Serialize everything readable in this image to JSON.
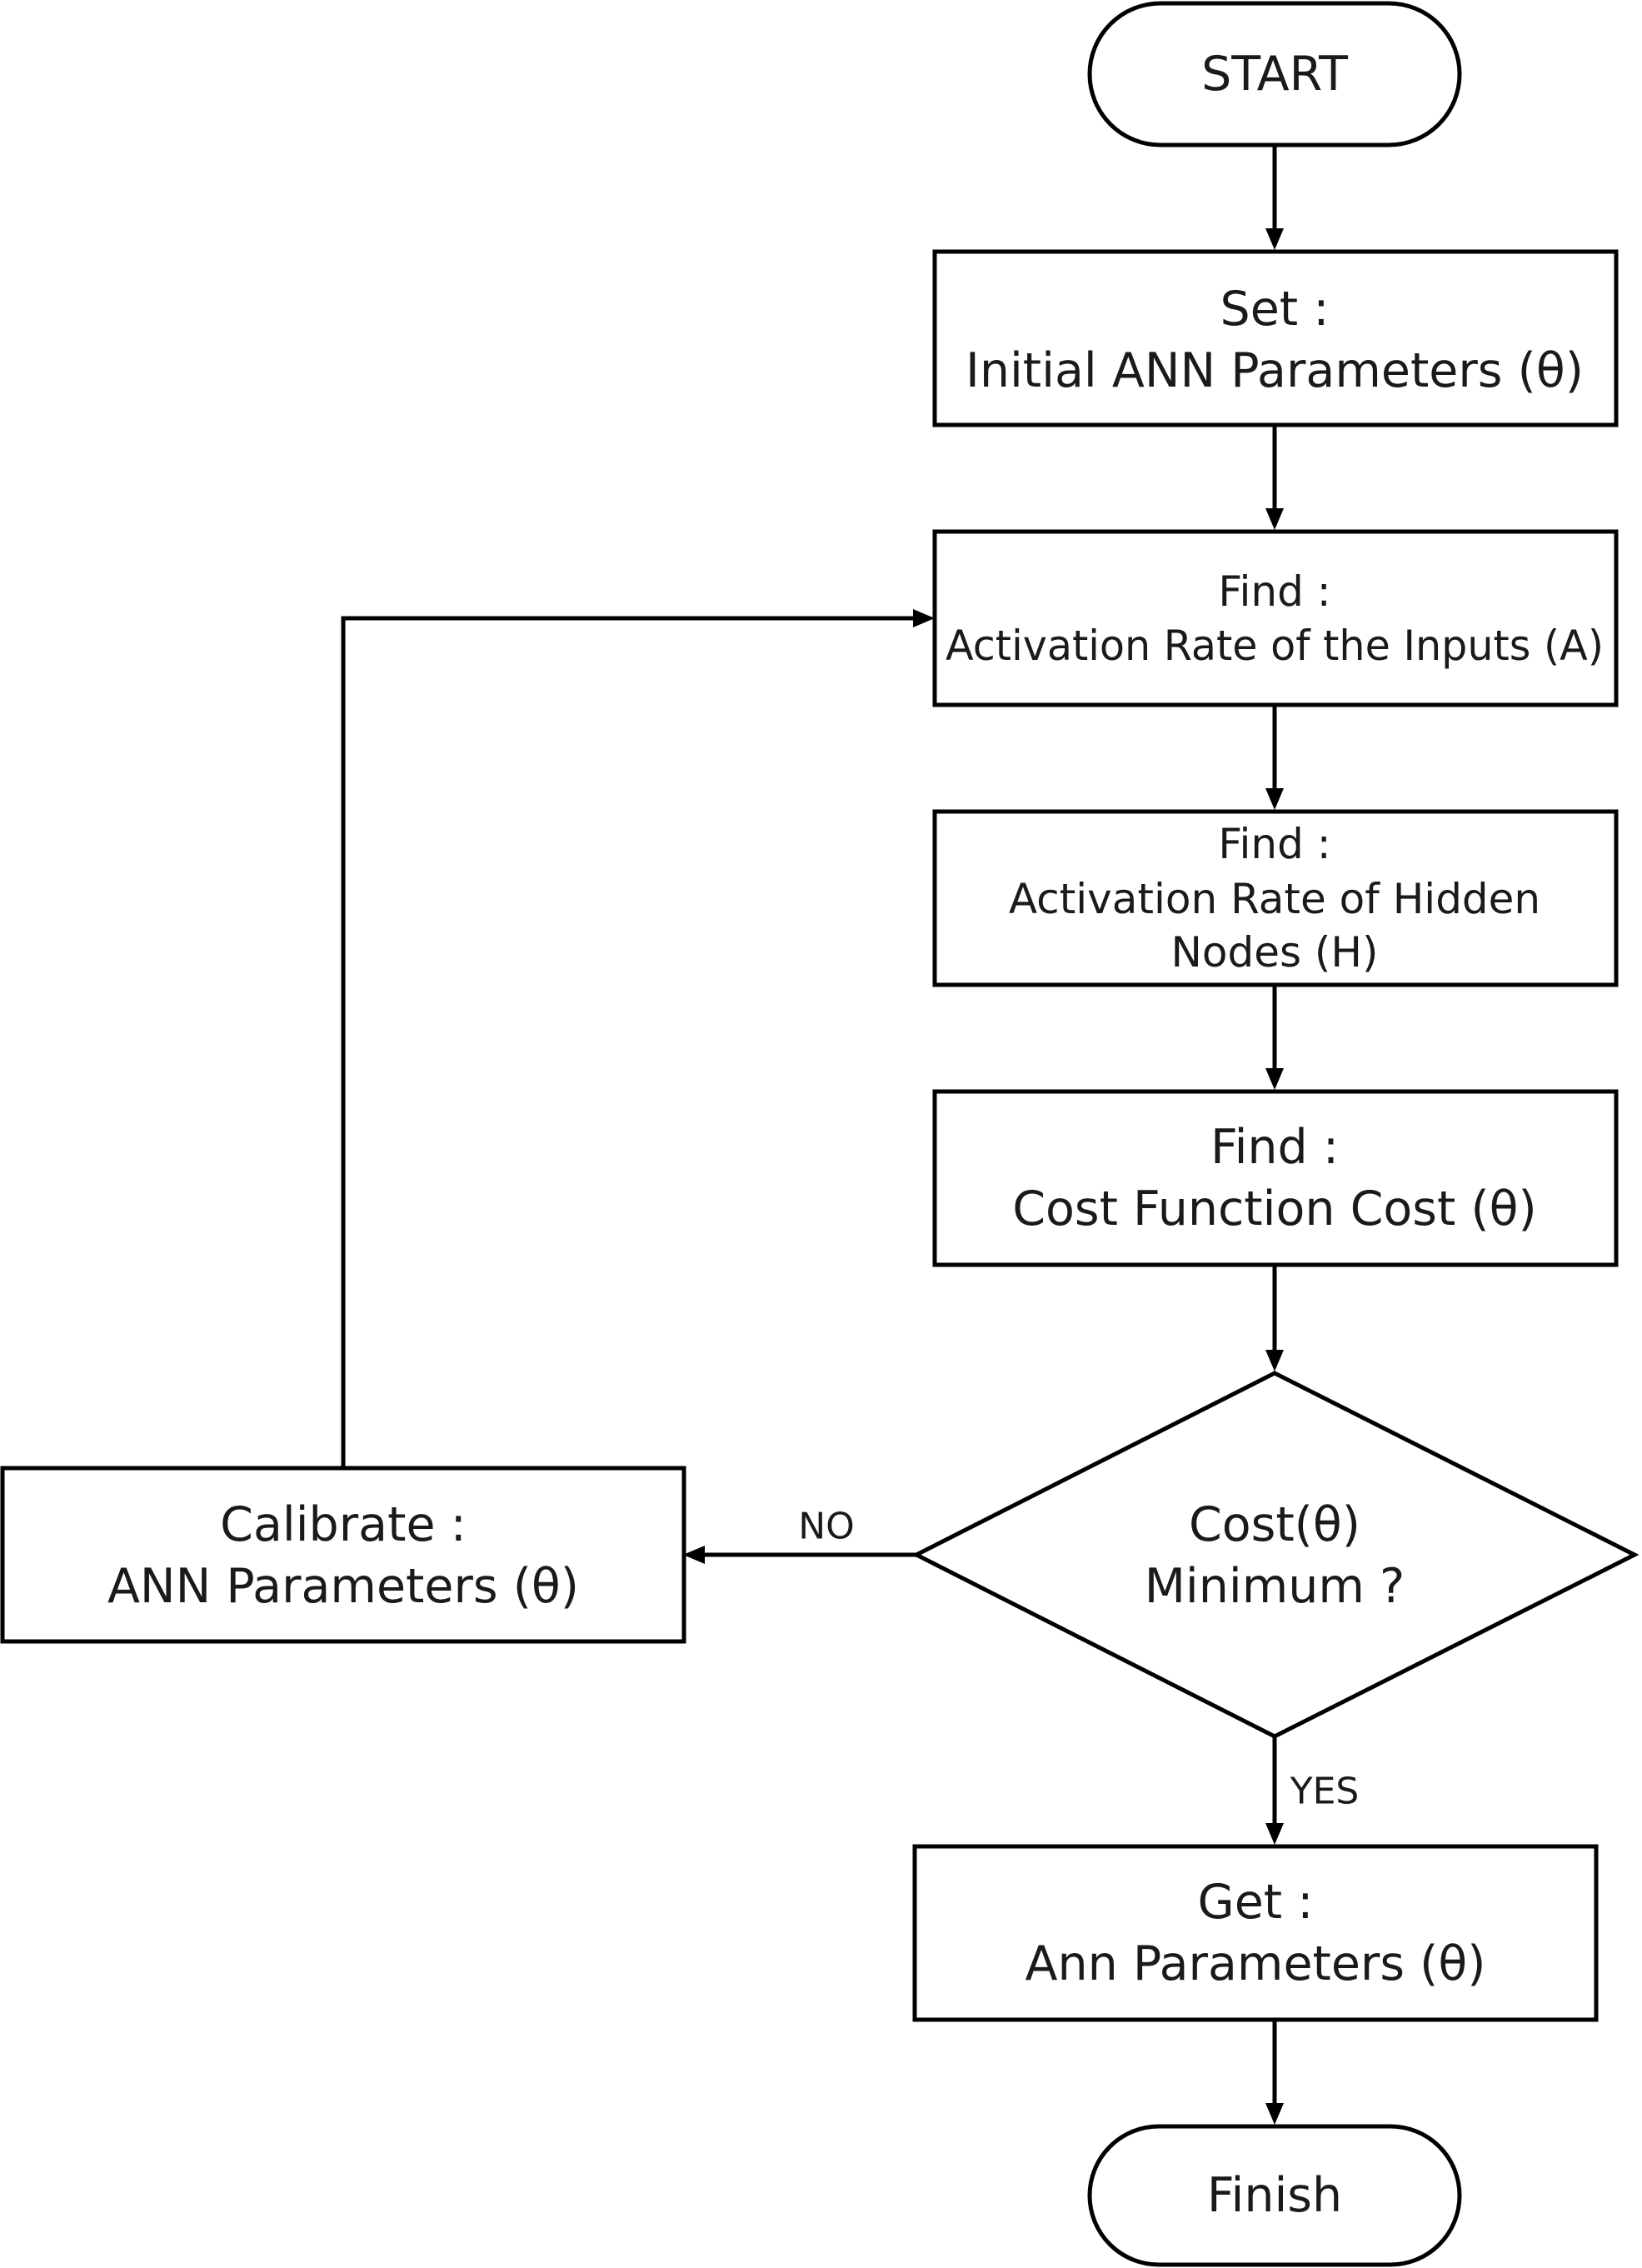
{
  "flowchart": {
    "start": {
      "label": "START"
    },
    "set_params": {
      "line1": "Set :",
      "line2": "Initial ANN Parameters (θ)"
    },
    "find_inputs": {
      "line1": "Find :",
      "line2": "Activation Rate of the Inputs (A)"
    },
    "find_hidden": {
      "line1": "Find :",
      "line2": "Activation Rate of Hidden",
      "line3": "Nodes (H)"
    },
    "find_cost": {
      "line1": "Find :",
      "line2": "Cost Function Cost (θ)"
    },
    "decision": {
      "line1": "Cost(θ)",
      "line2": "Minimum ?"
    },
    "calibrate": {
      "line1": "Calibrate :",
      "line2": "ANN Parameters (θ)"
    },
    "get_params": {
      "line1": "Get :",
      "line2": "Ann Parameters (θ)"
    },
    "finish": {
      "label": "Finish"
    },
    "edge_no": "NO",
    "edge_yes": "YES"
  }
}
